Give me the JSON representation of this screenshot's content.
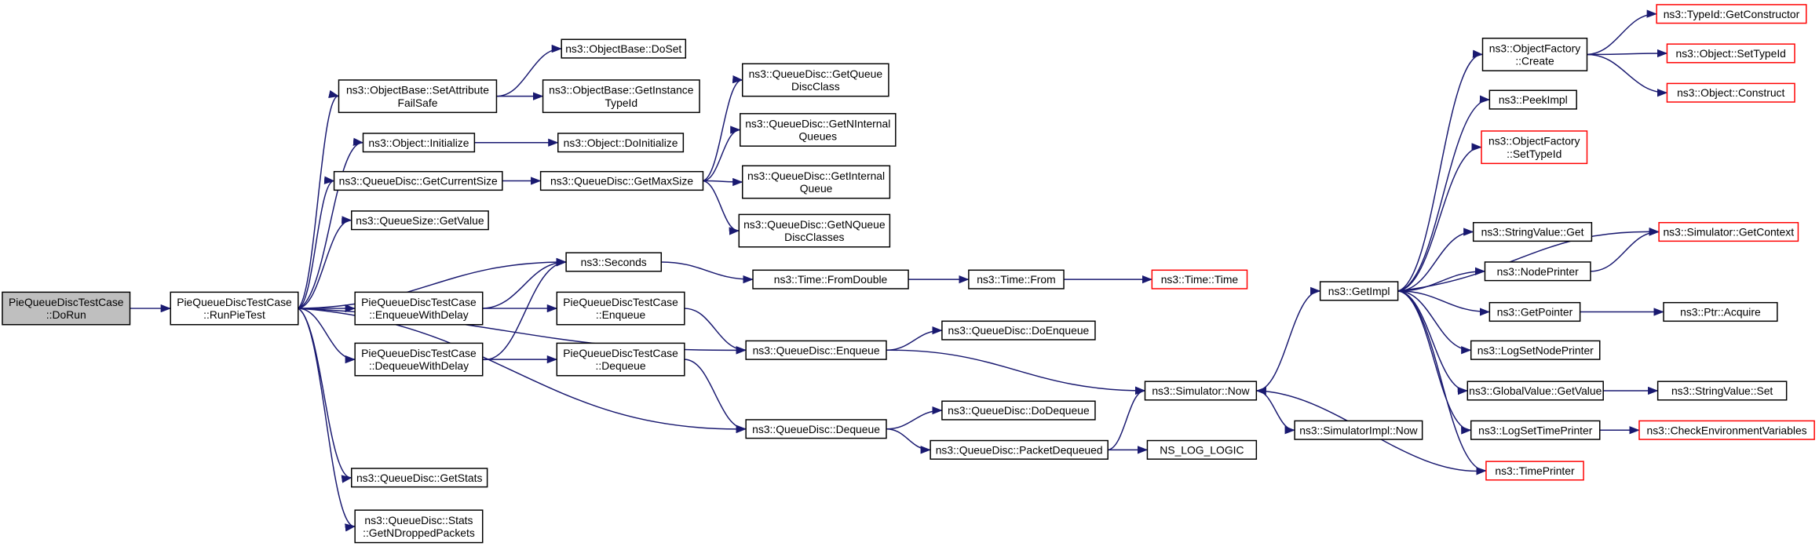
{
  "colors": {
    "edge": "#191970",
    "node_border": "#000000",
    "external_border": "#ff0000",
    "root_fill": "#bfbfbf",
    "background": "#ffffff"
  },
  "nodes": [
    {
      "id": "root",
      "lines": [
        "PieQueueDiscTestCase",
        "::DoRun"
      ],
      "kind": "root"
    },
    {
      "id": "runpie",
      "lines": [
        "PieQueueDiscTestCase",
        "::RunPieTest"
      ],
      "kind": "normal"
    },
    {
      "id": "setattr",
      "lines": [
        "ns3::ObjectBase::SetAttribute",
        "FailSafe"
      ],
      "kind": "normal"
    },
    {
      "id": "doset",
      "lines": [
        "ns3::ObjectBase::DoSet"
      ],
      "kind": "normal"
    },
    {
      "id": "getinst",
      "lines": [
        "ns3::ObjectBase::GetInstance",
        "TypeId"
      ],
      "kind": "normal"
    },
    {
      "id": "init",
      "lines": [
        "ns3::Object::Initialize"
      ],
      "kind": "normal"
    },
    {
      "id": "doinit",
      "lines": [
        "ns3::Object::DoInitialize"
      ],
      "kind": "normal"
    },
    {
      "id": "curSize",
      "lines": [
        "ns3::QueueDisc::GetCurrentSize"
      ],
      "kind": "normal"
    },
    {
      "id": "maxSize",
      "lines": [
        "ns3::QueueDisc::GetMaxSize"
      ],
      "kind": "normal"
    },
    {
      "id": "getqdc",
      "lines": [
        "ns3::QueueDisc::GetQueue",
        "DiscClass"
      ],
      "kind": "normal"
    },
    {
      "id": "getnint",
      "lines": [
        "ns3::QueueDisc::GetNInternal",
        "Queues"
      ],
      "kind": "normal"
    },
    {
      "id": "getint",
      "lines": [
        "ns3::QueueDisc::GetInternal",
        "Queue"
      ],
      "kind": "normal"
    },
    {
      "id": "getnqdc",
      "lines": [
        "ns3::QueueDisc::GetNQueue",
        "DiscClasses"
      ],
      "kind": "normal"
    },
    {
      "id": "qsval",
      "lines": [
        "ns3::QueueSize::GetValue"
      ],
      "kind": "normal"
    },
    {
      "id": "seconds",
      "lines": [
        "ns3::Seconds"
      ],
      "kind": "normal"
    },
    {
      "id": "fromdbl",
      "lines": [
        "ns3::Time::FromDouble"
      ],
      "kind": "normal"
    },
    {
      "id": "from",
      "lines": [
        "ns3::Time::From"
      ],
      "kind": "normal"
    },
    {
      "id": "time",
      "lines": [
        "ns3::Time::Time"
      ],
      "kind": "external"
    },
    {
      "id": "enqdelay",
      "lines": [
        "PieQueueDiscTestCase",
        "::EnqueueWithDelay"
      ],
      "kind": "normal"
    },
    {
      "id": "tcenq",
      "lines": [
        "PieQueueDiscTestCase",
        "::Enqueue"
      ],
      "kind": "normal"
    },
    {
      "id": "deqdelay",
      "lines": [
        "PieQueueDiscTestCase",
        "::DequeueWithDelay"
      ],
      "kind": "normal"
    },
    {
      "id": "tcdeq",
      "lines": [
        "PieQueueDiscTestCase",
        "::Dequeue"
      ],
      "kind": "normal"
    },
    {
      "id": "qdenq",
      "lines": [
        "ns3::QueueDisc::Enqueue"
      ],
      "kind": "normal"
    },
    {
      "id": "doenq",
      "lines": [
        "ns3::QueueDisc::DoEnqueue"
      ],
      "kind": "normal"
    },
    {
      "id": "qddeq",
      "lines": [
        "ns3::QueueDisc::Dequeue"
      ],
      "kind": "normal"
    },
    {
      "id": "dodeq",
      "lines": [
        "ns3::QueueDisc::DoDequeue"
      ],
      "kind": "normal"
    },
    {
      "id": "pktdeq",
      "lines": [
        "ns3::QueueDisc::PacketDequeued"
      ],
      "kind": "normal"
    },
    {
      "id": "nslog",
      "lines": [
        "NS_LOG_LOGIC"
      ],
      "kind": "normal"
    },
    {
      "id": "now",
      "lines": [
        "ns3::Simulator::Now"
      ],
      "kind": "normal"
    },
    {
      "id": "implnow",
      "lines": [
        "ns3::SimulatorImpl::Now"
      ],
      "kind": "normal"
    },
    {
      "id": "getstats",
      "lines": [
        "ns3::QueueDisc::GetStats"
      ],
      "kind": "normal"
    },
    {
      "id": "getndrop",
      "lines": [
        "ns3::QueueDisc::Stats",
        "::GetNDroppedPackets"
      ],
      "kind": "normal"
    },
    {
      "id": "getimpl",
      "lines": [
        "ns3::GetImpl"
      ],
      "kind": "normal"
    },
    {
      "id": "ofcreate",
      "lines": [
        "ns3::ObjectFactory",
        "::Create"
      ],
      "kind": "normal"
    },
    {
      "id": "getctor",
      "lines": [
        "ns3::TypeId::GetConstructor"
      ],
      "kind": "external"
    },
    {
      "id": "settypeid",
      "lines": [
        "ns3::Object::SetTypeId"
      ],
      "kind": "external"
    },
    {
      "id": "construct",
      "lines": [
        "ns3::Object::Construct"
      ],
      "kind": "external"
    },
    {
      "id": "peekimpl",
      "lines": [
        "ns3::PeekImpl"
      ],
      "kind": "normal"
    },
    {
      "id": "ofset",
      "lines": [
        "ns3::ObjectFactory",
        "::SetTypeId"
      ],
      "kind": "external"
    },
    {
      "id": "strget",
      "lines": [
        "ns3::StringValue::Get"
      ],
      "kind": "normal"
    },
    {
      "id": "getctx",
      "lines": [
        "ns3::Simulator::GetContext"
      ],
      "kind": "external"
    },
    {
      "id": "nodeprn",
      "lines": [
        "ns3::NodePrinter"
      ],
      "kind": "normal"
    },
    {
      "id": "getptr",
      "lines": [
        "ns3::GetPointer"
      ],
      "kind": "normal"
    },
    {
      "id": "acquire",
      "lines": [
        "ns3::Ptr::Acquire"
      ],
      "kind": "normal"
    },
    {
      "id": "logsetnp",
      "lines": [
        "ns3::LogSetNodePrinter"
      ],
      "kind": "normal"
    },
    {
      "id": "gvget",
      "lines": [
        "ns3::GlobalValue::GetValue"
      ],
      "kind": "normal"
    },
    {
      "id": "strset",
      "lines": [
        "ns3::StringValue::Set"
      ],
      "kind": "normal"
    },
    {
      "id": "logsettp",
      "lines": [
        "ns3::LogSetTimePrinter"
      ],
      "kind": "normal"
    },
    {
      "id": "checkenv",
      "lines": [
        "ns3::CheckEnvironmentVariables"
      ],
      "kind": "external"
    },
    {
      "id": "timeprn",
      "lines": [
        "ns3::TimePrinter"
      ],
      "kind": "external"
    }
  ],
  "edges": [
    [
      "root",
      "runpie"
    ],
    [
      "runpie",
      "setattr"
    ],
    [
      "runpie",
      "init"
    ],
    [
      "runpie",
      "curSize"
    ],
    [
      "runpie",
      "qsval"
    ],
    [
      "runpie",
      "seconds"
    ],
    [
      "runpie",
      "enqdelay"
    ],
    [
      "runpie",
      "deqdelay"
    ],
    [
      "runpie",
      "qdenq"
    ],
    [
      "runpie",
      "qddeq"
    ],
    [
      "runpie",
      "getstats"
    ],
    [
      "runpie",
      "getndrop"
    ],
    [
      "setattr",
      "doset"
    ],
    [
      "setattr",
      "getinst"
    ],
    [
      "init",
      "doinit"
    ],
    [
      "curSize",
      "maxSize"
    ],
    [
      "maxSize",
      "getqdc"
    ],
    [
      "maxSize",
      "getnint"
    ],
    [
      "maxSize",
      "getint"
    ],
    [
      "maxSize",
      "getnqdc"
    ],
    [
      "seconds",
      "fromdbl"
    ],
    [
      "fromdbl",
      "from"
    ],
    [
      "from",
      "time"
    ],
    [
      "enqdelay",
      "seconds"
    ],
    [
      "enqdelay",
      "tcenq"
    ],
    [
      "deqdelay",
      "seconds"
    ],
    [
      "deqdelay",
      "tcdeq"
    ],
    [
      "tcenq",
      "qdenq"
    ],
    [
      "tcdeq",
      "qddeq"
    ],
    [
      "qdenq",
      "doenq"
    ],
    [
      "qdenq",
      "now"
    ],
    [
      "qddeq",
      "dodeq"
    ],
    [
      "qddeq",
      "pktdeq"
    ],
    [
      "pktdeq",
      "nslog"
    ],
    [
      "pktdeq",
      "now"
    ],
    [
      "now",
      "getimpl"
    ],
    [
      "now",
      "implnow"
    ],
    [
      "getimpl",
      "ofcreate"
    ],
    [
      "getimpl",
      "peekimpl"
    ],
    [
      "getimpl",
      "ofset"
    ],
    [
      "getimpl",
      "getctx"
    ],
    [
      "getimpl",
      "strget"
    ],
    [
      "getimpl",
      "nodeprn"
    ],
    [
      "getimpl",
      "getptr"
    ],
    [
      "getimpl",
      "logsetnp"
    ],
    [
      "getimpl",
      "gvget"
    ],
    [
      "getimpl",
      "logsettp"
    ],
    [
      "getimpl",
      "timeprn"
    ],
    [
      "ofcreate",
      "getctor"
    ],
    [
      "ofcreate",
      "settypeid"
    ],
    [
      "ofcreate",
      "construct"
    ],
    [
      "nodeprn",
      "getctx"
    ],
    [
      "getptr",
      "acquire"
    ],
    [
      "gvget",
      "strset"
    ],
    [
      "logsettp",
      "checkenv"
    ],
    [
      "timeprn",
      "now"
    ]
  ]
}
